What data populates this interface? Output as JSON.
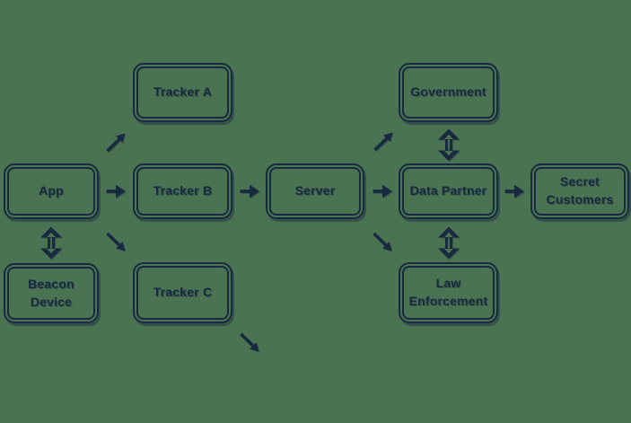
{
  "colors": {
    "bg": "#4a7351",
    "ink": "#182a40"
  },
  "diagram": {
    "nodes": [
      {
        "id": "tracker-a",
        "label": "Tracker A",
        "lines": [
          "Tracker A"
        ]
      },
      {
        "id": "government",
        "label": "Government",
        "lines": [
          "Government"
        ]
      },
      {
        "id": "app",
        "label": "App",
        "lines": [
          "App"
        ]
      },
      {
        "id": "tracker-b",
        "label": "Tracker B",
        "lines": [
          "Tracker B"
        ]
      },
      {
        "id": "server",
        "label": "Server",
        "lines": [
          "Server"
        ]
      },
      {
        "id": "data-partner",
        "label": "Data Partner",
        "lines": [
          "Data Partner"
        ]
      },
      {
        "id": "secret-customers",
        "label": "Secret Customers",
        "lines": [
          "Secret",
          "Customers"
        ]
      },
      {
        "id": "beacon-device",
        "label": "Beacon Device",
        "lines": [
          "Beacon",
          "Device"
        ]
      },
      {
        "id": "tracker-c",
        "label": "Tracker C",
        "lines": [
          "Tracker C"
        ]
      },
      {
        "id": "law-enforcement",
        "label": "Law Enforcement",
        "lines": [
          "Law",
          "Enforcement"
        ]
      }
    ],
    "arrows": [
      {
        "type": "right",
        "from": "App",
        "to": "Tracker B"
      },
      {
        "type": "right",
        "from": "Tracker B",
        "to": "Server"
      },
      {
        "type": "right",
        "from": "Server",
        "to": "Data Partner"
      },
      {
        "type": "right",
        "from": "Data Partner",
        "to": "Secret Customers"
      },
      {
        "type": "diagonal-up-right",
        "from": "App",
        "to": "Tracker A"
      },
      {
        "type": "diagonal-down-right",
        "from": "App",
        "to": "Tracker C"
      },
      {
        "type": "diagonal-up-right",
        "from": "Server",
        "to": "Government"
      },
      {
        "type": "diagonal-down-right",
        "from": "Server",
        "to": "Law Enforcement"
      },
      {
        "type": "diagonal-down-right",
        "from": "Tracker C",
        "to": ""
      },
      {
        "type": "bidirectional-vertical",
        "from": "App",
        "to": "Beacon Device"
      },
      {
        "type": "bidirectional-vertical",
        "from": "Government",
        "to": "Data Partner"
      },
      {
        "type": "bidirectional-vertical",
        "from": "Data Partner",
        "to": "Law Enforcement"
      }
    ]
  }
}
